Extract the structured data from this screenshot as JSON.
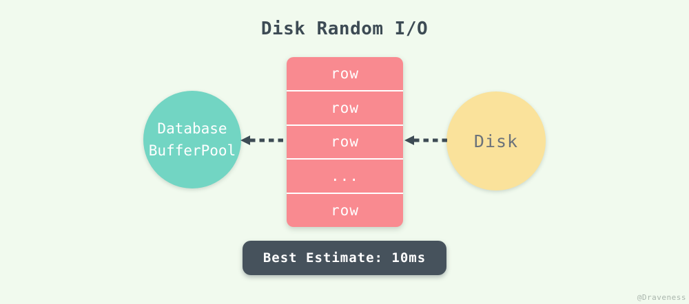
{
  "title": "Disk Random I/O",
  "colors": {
    "background": "#f1faee",
    "ink": "#3d4b54",
    "buffer_pool_fill": "#72d5c3",
    "table_fill": "#f98a90",
    "disk_fill": "#fae29b",
    "badge_fill": "#46525c",
    "disk_text": "#6b727a",
    "row_text": "#ffffff"
  },
  "buffer_pool": {
    "label_line1": "Database",
    "label_line2": "BufferPool"
  },
  "table": {
    "rows": [
      "row",
      "row",
      "row",
      "...",
      "row"
    ]
  },
  "disk": {
    "label": "Disk"
  },
  "badge": {
    "label": "Best Estimate: 10ms"
  },
  "watermark": "@Draveness"
}
